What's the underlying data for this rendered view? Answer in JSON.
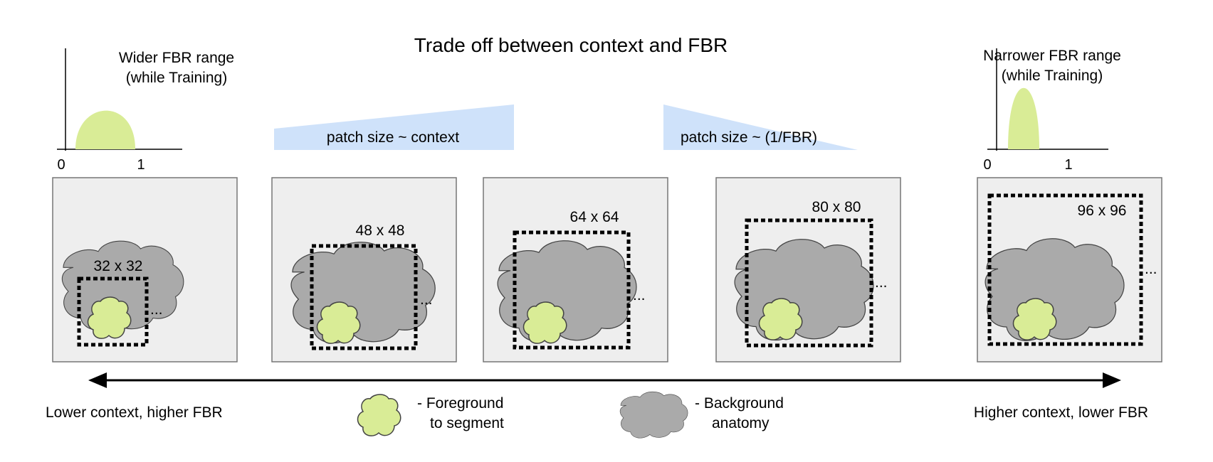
{
  "title": "Trade off between context and FBR",
  "left_chart": {
    "label_line1": "Wider FBR range",
    "label_line2": "(while Training)",
    "tick_0": "0",
    "tick_1": "1"
  },
  "right_chart": {
    "label_line1": "Narrower FBR range",
    "label_line2": "(while Training)",
    "tick_0": "0",
    "tick_1": "1"
  },
  "wedge_context_label": "patch size ~ context",
  "wedge_fbr_label": "patch size ~ (1/FBR)",
  "panels": [
    {
      "patch_label": "32 x 32",
      "ellipsis": "..."
    },
    {
      "patch_label": "48 x 48",
      "ellipsis": "..."
    },
    {
      "patch_label": "64 x 64",
      "ellipsis": "..."
    },
    {
      "patch_label": "80 x 80",
      "ellipsis": "..."
    },
    {
      "patch_label": "96 x 96",
      "ellipsis": "..."
    }
  ],
  "axis": {
    "left_label": "Lower context, higher FBR",
    "right_label": "Higher context, lower FBR"
  },
  "legend": {
    "foreground_line1": "- Foreground",
    "foreground_line2": "to segment",
    "background_line1": "- Background",
    "background_line2": "anatomy"
  },
  "colors": {
    "foreground": "#d9ec96",
    "background_anatomy": "#aaaaaa",
    "panel_bg": "#eeeeee",
    "wedge": "#cfe2fa"
  }
}
